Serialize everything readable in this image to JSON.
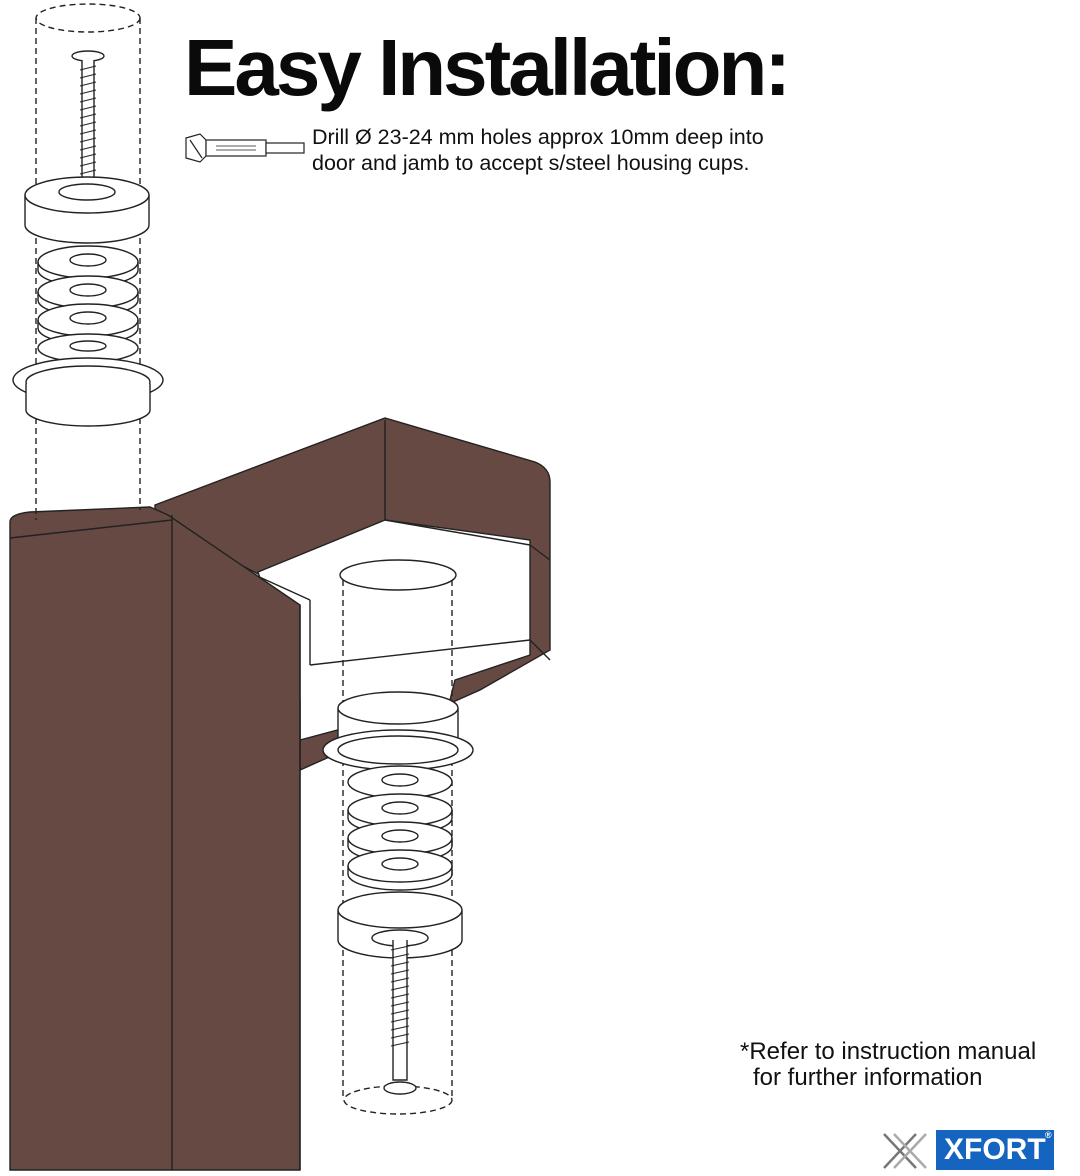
{
  "title": "Easy Installation:",
  "drill_note": {
    "line1": "Drill Ø 23-24 mm holes approx 10mm deep into",
    "line2": "door and jamb to accept s/steel housing cups."
  },
  "footnote": {
    "line1": "*Refer to instruction manual",
    "line2": "for further information"
  },
  "brand": {
    "name": "XFORT",
    "trademark": "®"
  },
  "colors": {
    "door_brown": "#664942",
    "brand_blue": "#1565c0",
    "line": "#222222"
  },
  "icons": [
    "forstner-drill-bit-icon",
    "xfort-logo-icon"
  ]
}
